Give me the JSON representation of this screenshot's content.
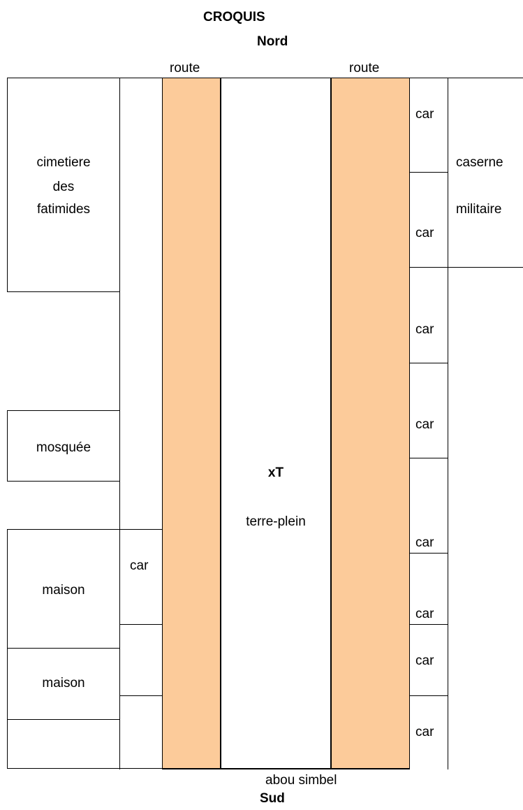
{
  "header": {
    "title": "CROQUIS",
    "north": "Nord"
  },
  "footer": {
    "street": "abou simbel",
    "south": "Sud"
  },
  "roads": {
    "left_label": "route",
    "right_label": "route"
  },
  "center": {
    "marker": "xT",
    "label": "terre-plein"
  },
  "left_buildings": {
    "cemetery": [
      "cimetiere",
      "des",
      "fatimides"
    ],
    "mosque": "mosquée",
    "house_1": "maison",
    "house_2": "maison"
  },
  "barracks": {
    "line1": "caserne",
    "line2": "militaire"
  },
  "car_label": "car",
  "colors": {
    "road_fill": "#fccb9a",
    "lines": "#000000",
    "background": "#ffffff"
  }
}
